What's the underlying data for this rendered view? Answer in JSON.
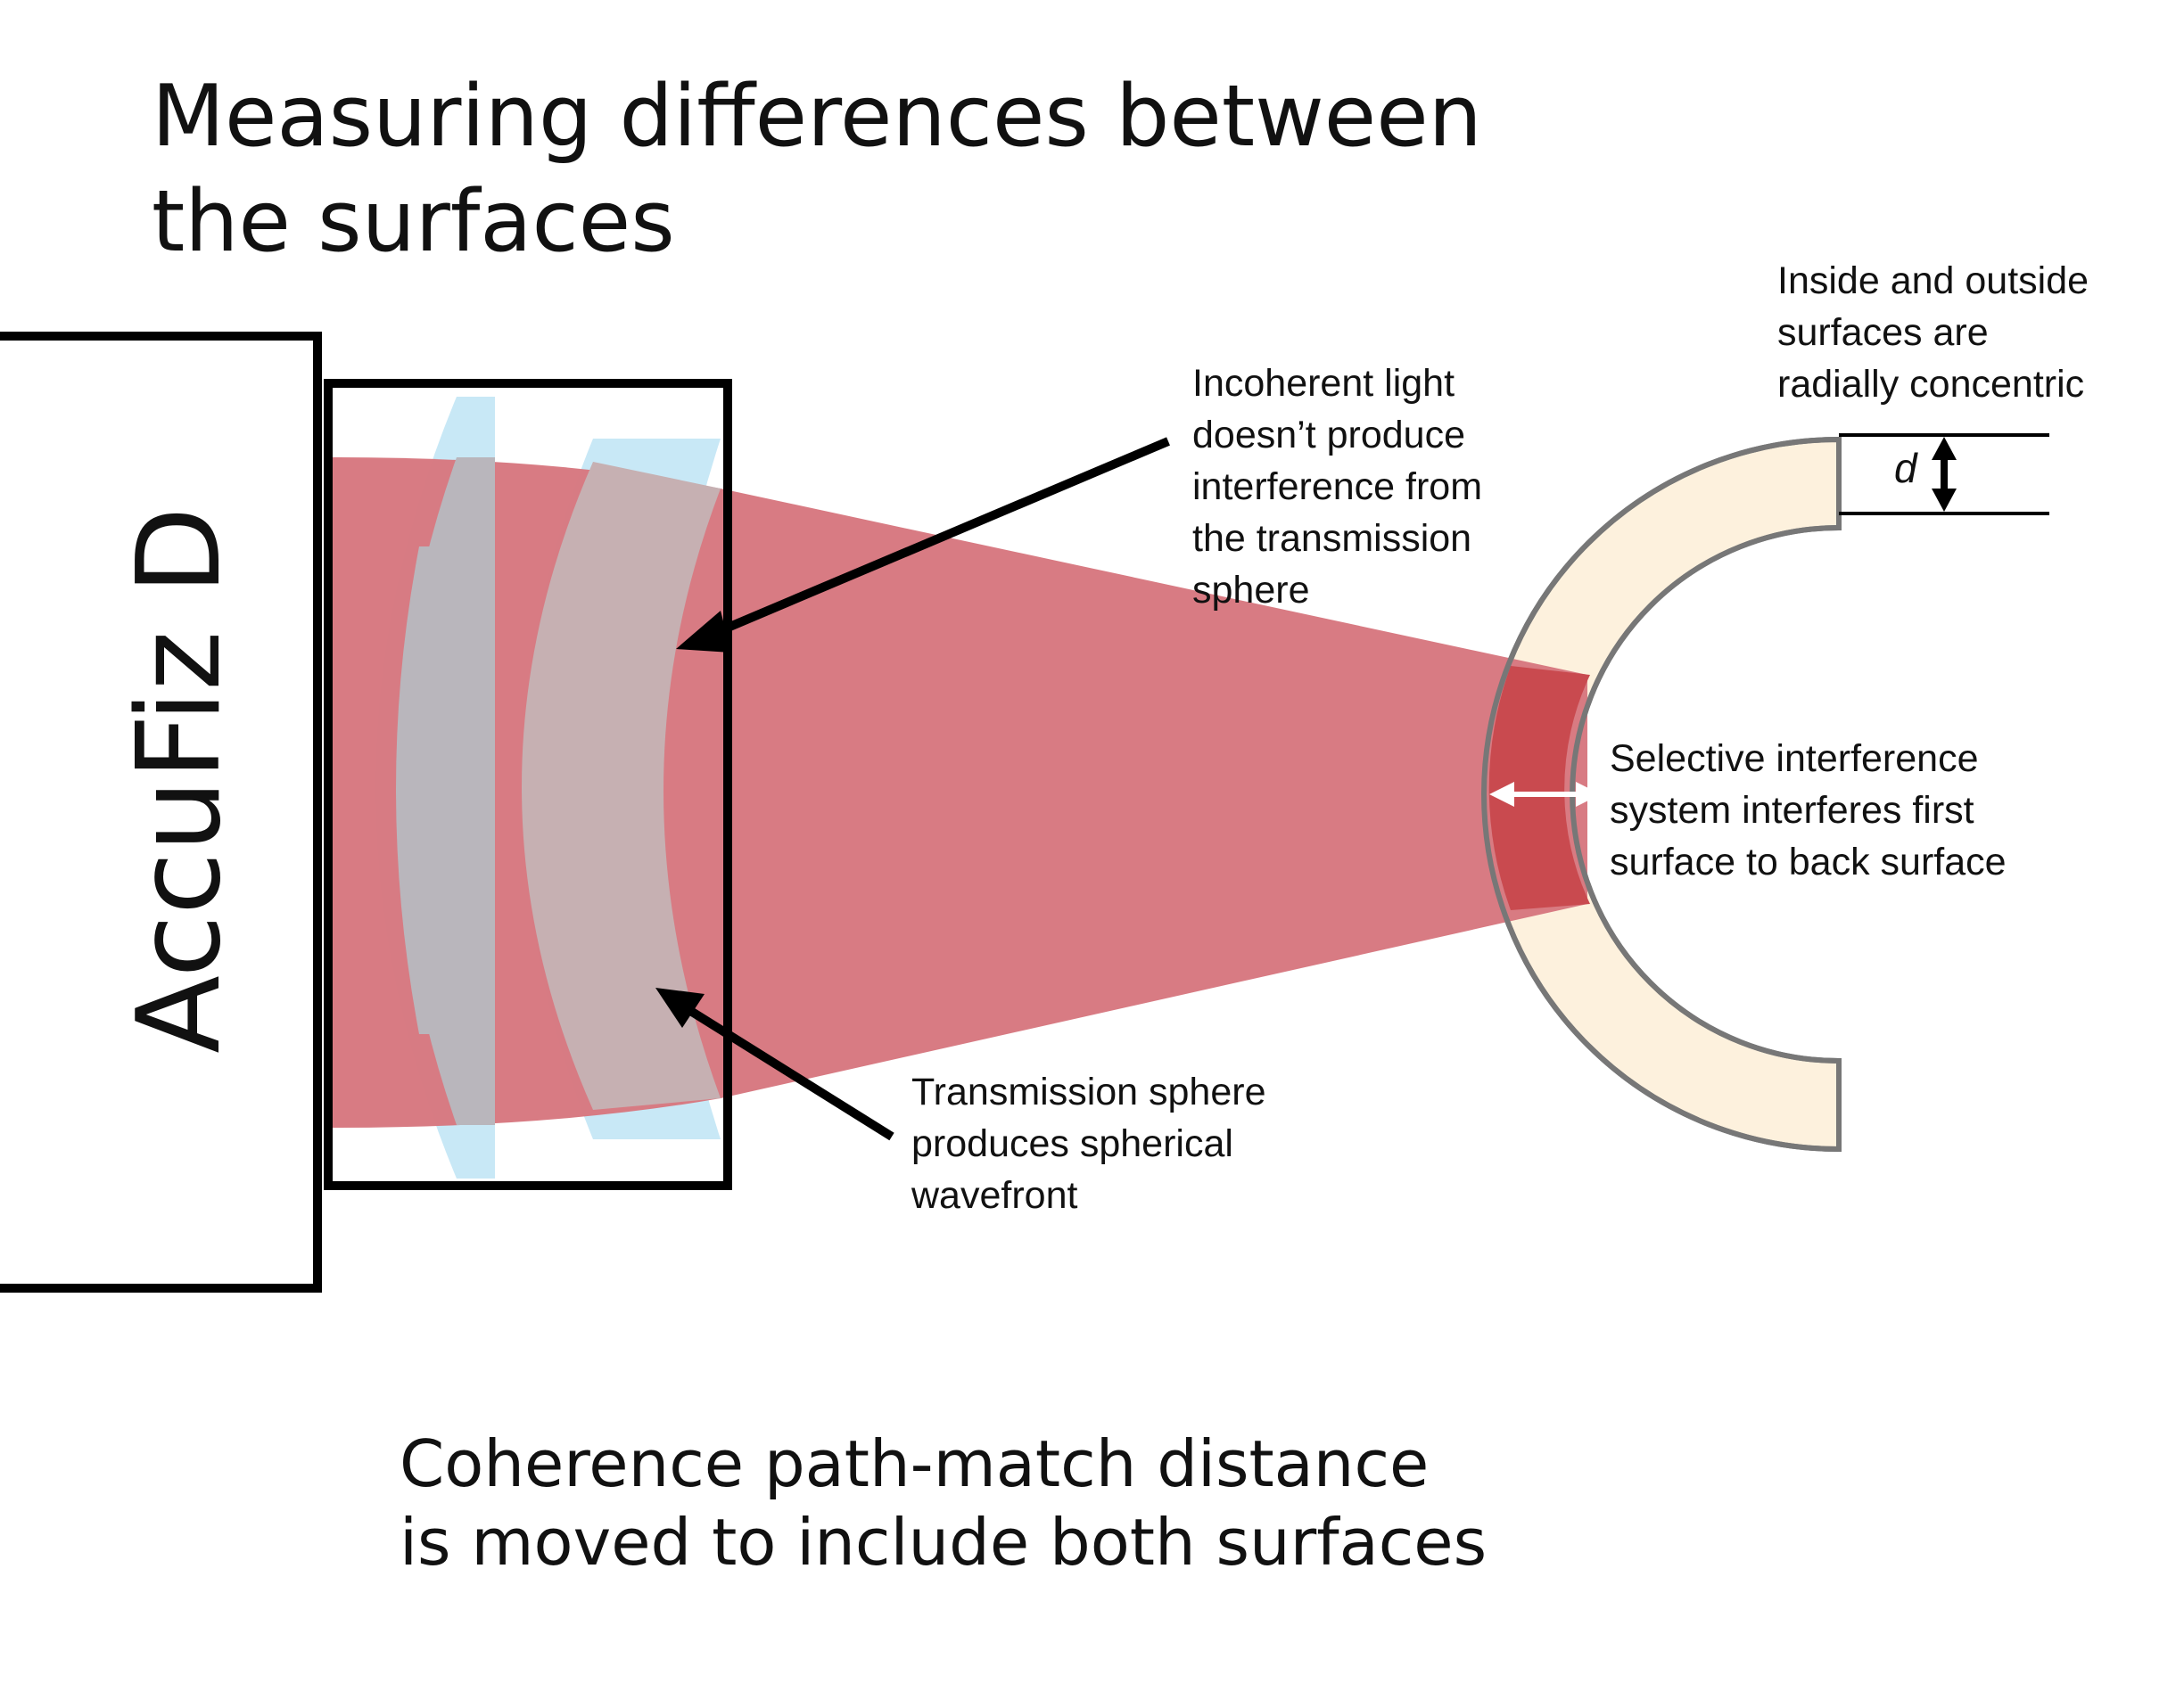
{
  "title": [
    "Measuring differences between",
    "the surfaces"
  ],
  "device_label": "AccuFiz D",
  "notes": {
    "incoherent": [
      "Incoherent light",
      "doesn’t produce",
      "interference from",
      "the transmission",
      "sphere"
    ],
    "transmission": [
      "Transmission sphere",
      "produces spherical",
      "wavefront"
    ],
    "concentric": [
      "Inside and outside",
      "surfaces are",
      "radially concentric"
    ],
    "selective": [
      "Selective interference",
      "system interferes first",
      "surface to back surface"
    ]
  },
  "thickness_label": "d",
  "caption": [
    "Coherence path-match distance",
    "is moved to include both surfaces"
  ],
  "colors": {
    "beam": "#d7777f",
    "lens": "#c8e8f6",
    "shell_fill": "#fdf1dd",
    "shell_stroke": "#777777",
    "overlap": "#c94a4f",
    "outline": "#000000"
  }
}
